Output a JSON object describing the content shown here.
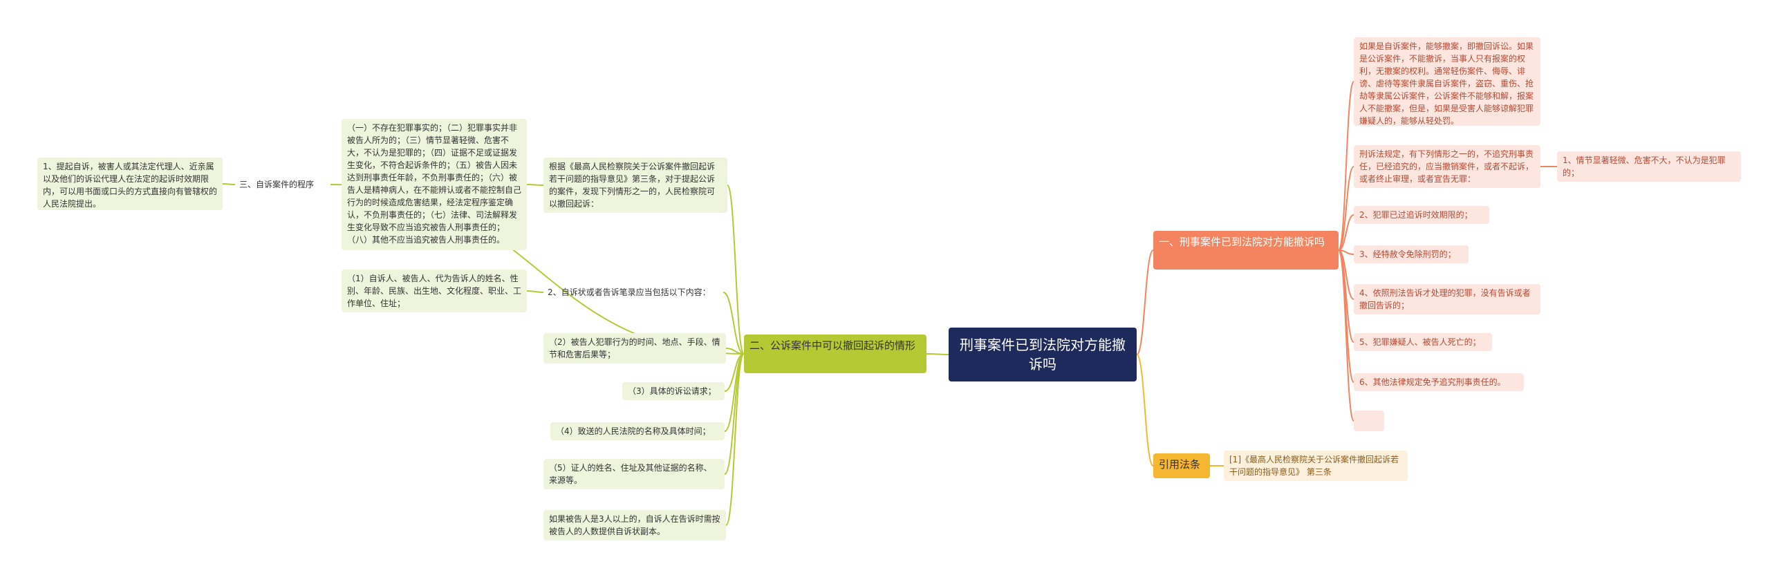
{
  "root": {
    "title": "刑事案件已到法院对方能撤诉吗"
  },
  "left": {
    "branch": "二、公诉案件中可以撤回起诉的情形",
    "item_basis": "根据《最高人民检察院关于公诉案件撤回起诉若干问题的指导意见》第三条，对于提起公诉的案件，发现下列情形之一的，人民检察院可以撤回起诉：",
    "item_basis_child": "（一）不存在犯罪事实的；（二）犯罪事实并非被告人所为的；（三）情节显著轻微、危害不大，不认为是犯罪的；（四）证据不足或证据发生变化，不符合起诉条件的；（五）被告人因未达到刑事责任年龄，不负刑事责任的；（六）被告人是精神病人，在不能辨认或者不能控制自己行为的时候造成危害结果，经法定程序鉴定确认，不负刑事责任的；（七）法律、司法解释发生变化导致不应当追究被告人刑事责任的；（八）其他不应当追究被告人刑事责任的。",
    "item_procedure": "三、自诉案件的程序",
    "item_procedure_child": "1、提起自诉，被害人或其法定代理人、近亲属以及他们的诉讼代理人在法定的起诉时效期限内，可以用书面或口头的方式直接向有管辖权的人民法院提出。",
    "item_complaint": "2、自诉状或者告诉笔录应当包括以下内容：",
    "item_complaint_child": "（1）自诉人、被告人、代为告诉人的姓名、性别、年龄、民族、出生地、文化程度、职业、工作单位、住址；",
    "item_2": "（2）被告人犯罪行为的时间、地点、手段、情节和危害后果等；",
    "item_3": "（3）具体的诉讼请求；",
    "item_4": "（4）致送的人民法院的名称及具体时间；",
    "item_5": "（5）证人的姓名、住址及其他证据的名称、来源等。",
    "item_6": "如果被告人是3人以上的，自诉人在告诉时需按被告人的人数提供自诉状副本。"
  },
  "right": {
    "branch1": "一、刑事案件已到法院对方能撤诉吗",
    "r_item_1": "如果是自诉案件，能够撤案，即撤回诉讼。如果是公诉案件，不能撤诉，当事人只有报案的权利，无撤案的权利。通常轻伤案件、侮辱、诽谤、虐待等案件隶属自诉案件，盗窃、重伤、抢劫等隶属公诉案件，公诉案件不能够和解，报案人不能撤案，但是，如果是受害人能够谅解犯罪嫌疑人的，能够从轻处罚。",
    "r_item_2": "刑诉法规定，有下列情形之一的，不追究刑事责任，已经追究的，应当撤销案件，或者不起诉，或者终止审理，或者宣告无罪：",
    "r_item_2_child": "1、情节显著轻微、危害不大，不认为是犯罪的；",
    "r_item_3": "2、犯罪已过追诉时效期限的；",
    "r_item_4": "3、经特赦令免除刑罚的；",
    "r_item_5": "4、依照刑法告诉才处理的犯罪，没有告诉或者撤回告诉的；",
    "r_item_6": "5、犯罪嫌疑人、被告人死亡的；",
    "r_item_7": "6、其他法律规定免予追究刑事责任的。",
    "r_item_8": "",
    "branch2": "引用法条",
    "ref_item": "[1]《最高人民检察院关于公诉案件撤回起诉若干问题的指导意见》 第三条"
  },
  "colors": {
    "root": "#1f2a5c",
    "green": "#b5c934",
    "orange": "#f4845f",
    "yellow": "#f5b731"
  }
}
